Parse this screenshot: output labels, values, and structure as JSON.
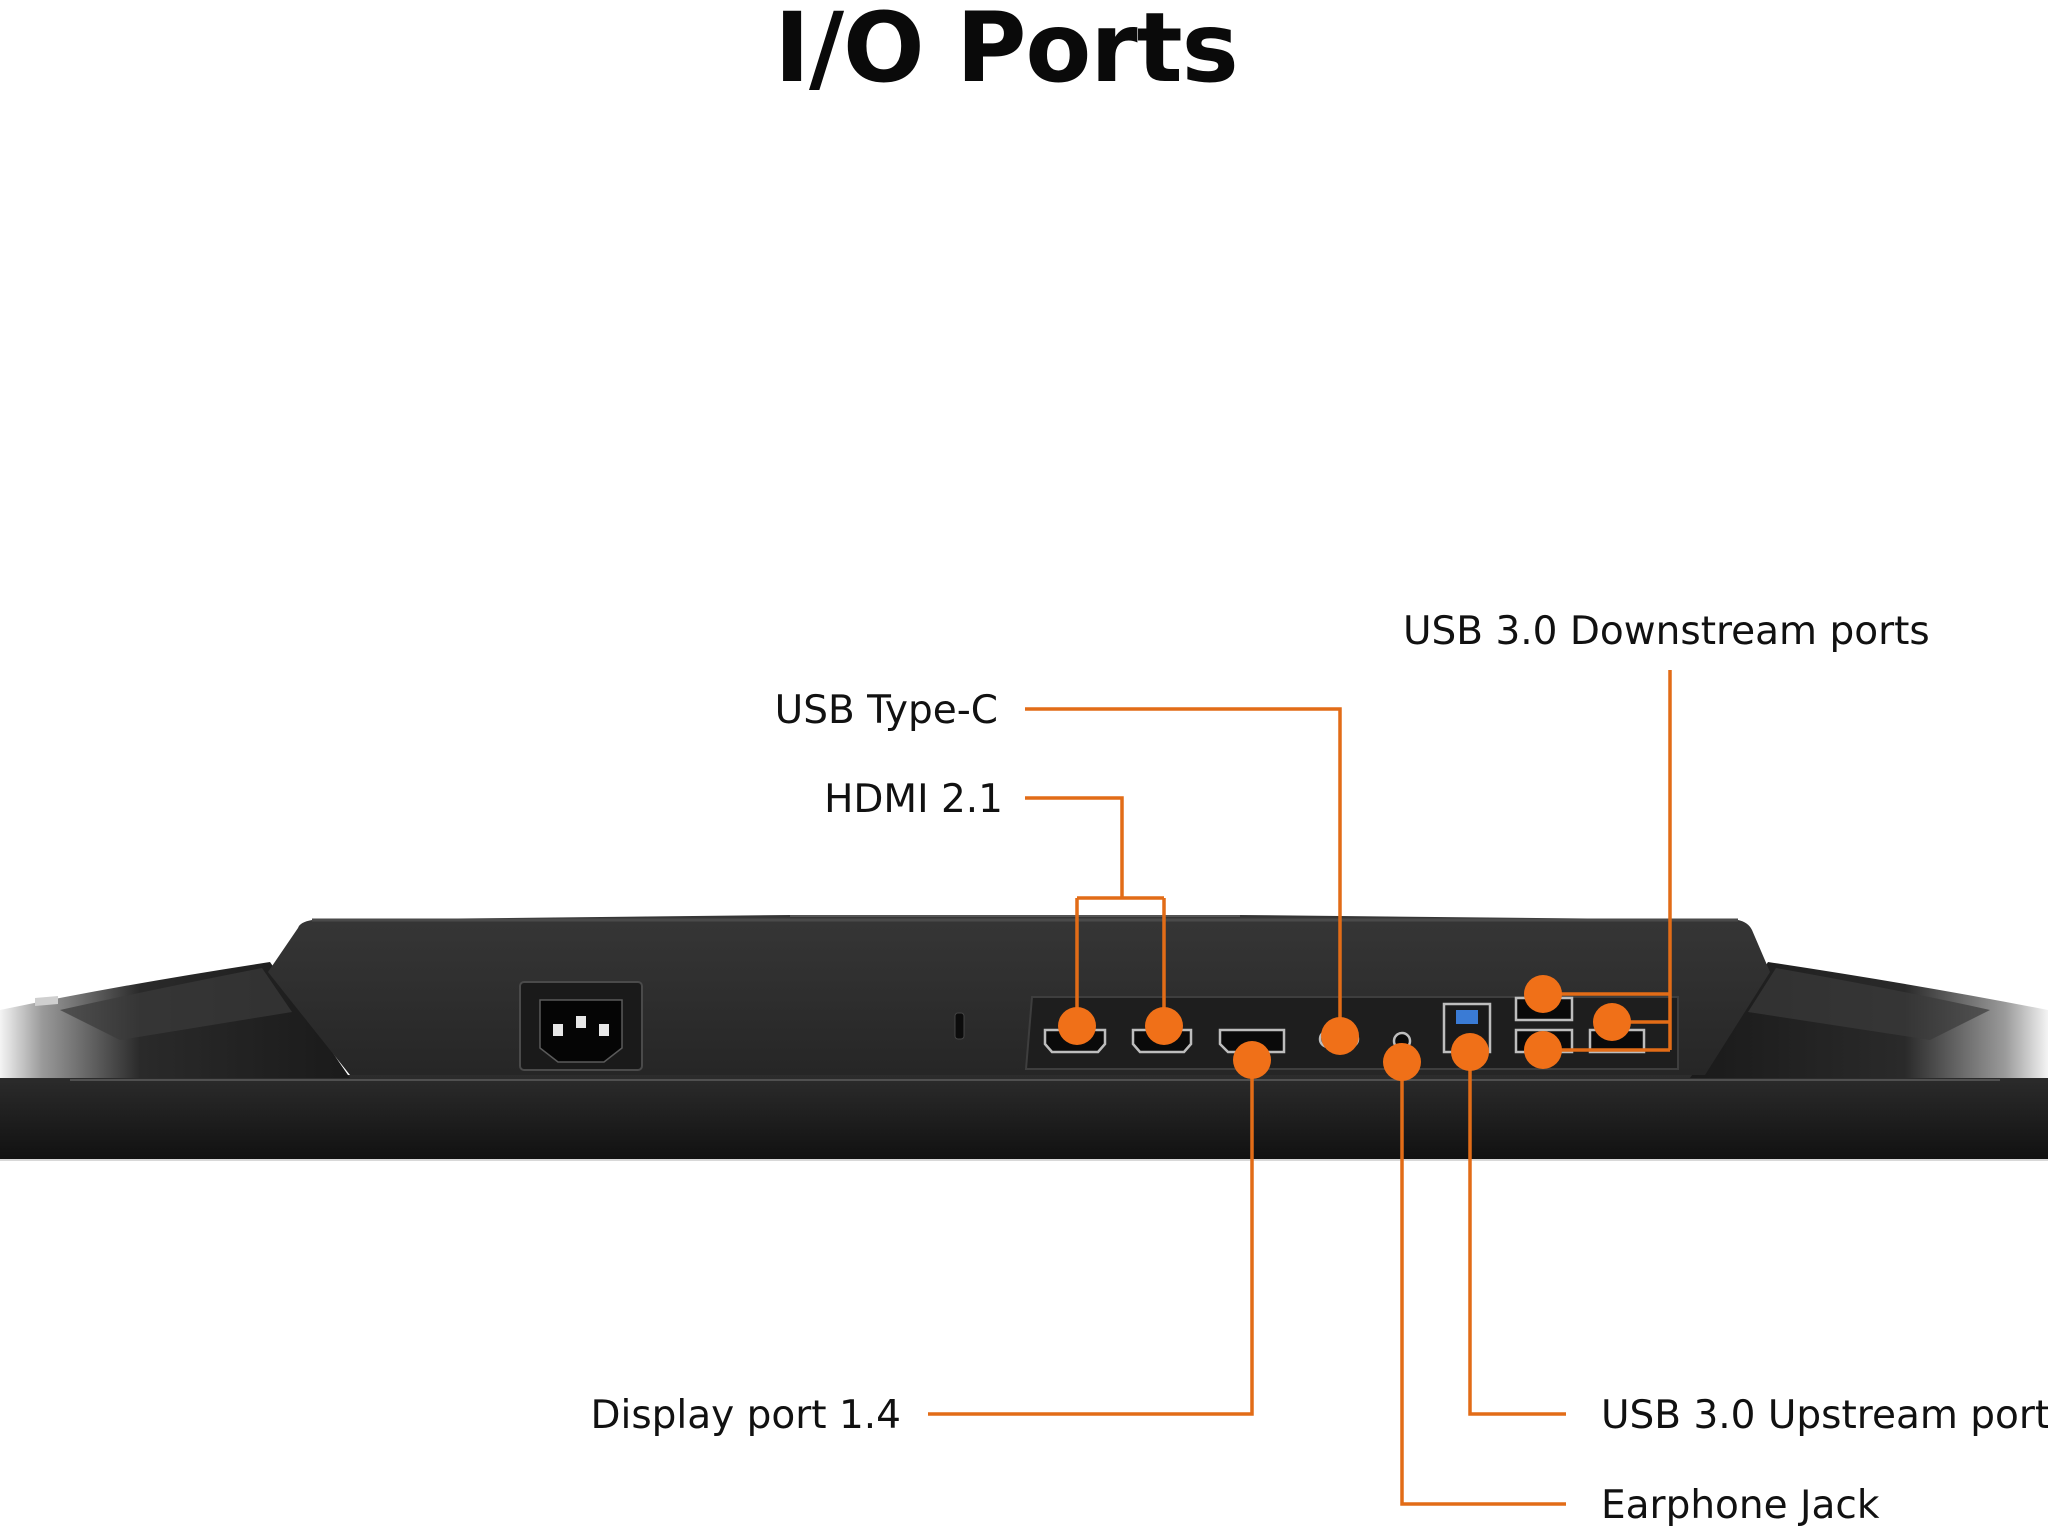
{
  "title": "I/O Ports",
  "accent_color": "#f07018",
  "callouts": {
    "usb_type_c": "USB Type-C",
    "hdmi": "HDMI 2.1",
    "usb_downstream": "USB 3.0 Downstream ports",
    "display_port": "Display port 1.4",
    "usb_upstream": "USB 3.0 Upstream port",
    "earphone": "Earphone Jack"
  }
}
